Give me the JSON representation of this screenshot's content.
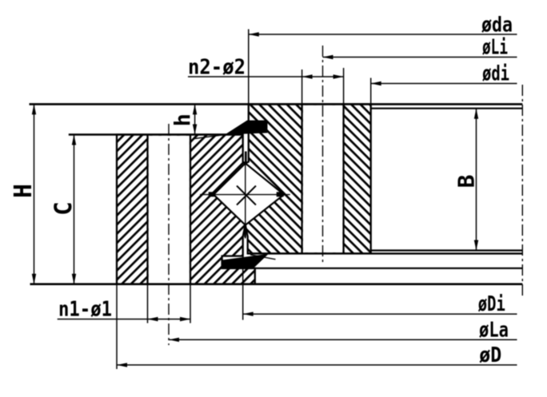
{
  "drawing": {
    "type": "slewing-bearing-cross-section",
    "ink_color": "#000000",
    "background_color": "#ffffff",
    "labels": {
      "oda": "øda",
      "oLi": "øLi",
      "odi": "ødi",
      "n2": "n2-ø2",
      "h": "h",
      "H": "H",
      "C": "C",
      "B": "B",
      "n1": "n1-ø1",
      "oDi": "øDi",
      "oLa": "øLa",
      "oD": "øD"
    }
  }
}
